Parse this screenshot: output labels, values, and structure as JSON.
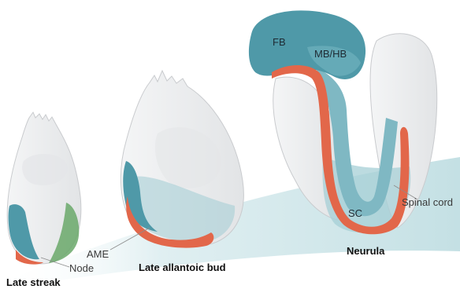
{
  "stages": {
    "late_streak": "Late streak",
    "late_allantoic_bud": "Late allantoic bud",
    "neurula": "Neurula"
  },
  "labels": {
    "fb": "FB",
    "mb_hb": "MB/HB",
    "sc": "SC",
    "spinal_cord": "Spinal cord",
    "ame": "AME",
    "node": "Node"
  },
  "colors": {
    "background": "#ffffff",
    "embryo_body": "#ecedee",
    "embryo_outline": "#c9cbce",
    "neural_teal_dark": "#4f99a8",
    "neural_teal_light": "#a6cfd6",
    "tissue_orange": "#e2674a",
    "mesoderm_green": "#6aa86a",
    "gradient_band": "#cde5e8"
  },
  "icons": {
    "leader_lines": "thin-grey-callout-line"
  }
}
